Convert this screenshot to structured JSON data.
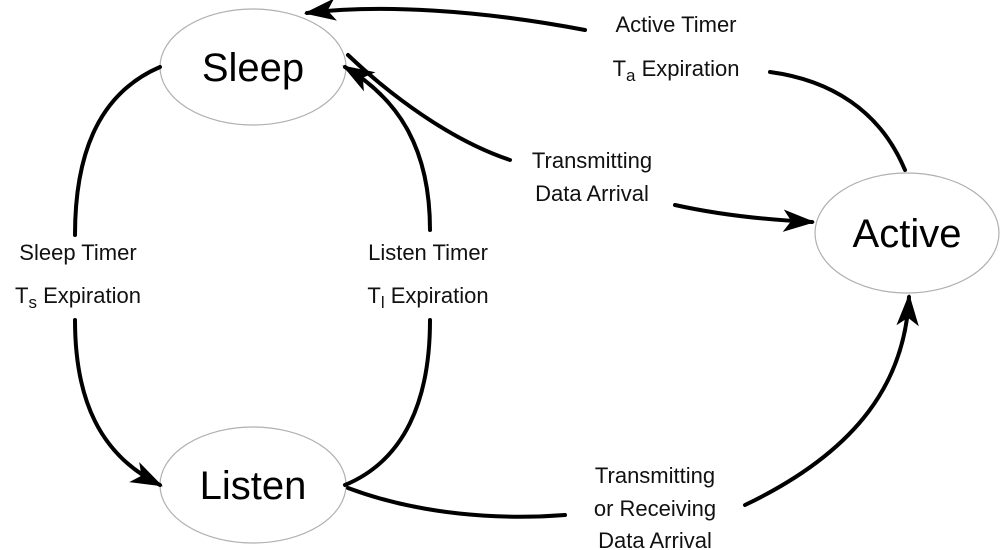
{
  "states": {
    "sleep": "Sleep",
    "listen": "Listen",
    "active": "Active"
  },
  "transitions": {
    "active_to_sleep": {
      "line1": "Active Timer",
      "line2_main": "T",
      "line2_sub": "a",
      "line2_rest": " Expiration"
    },
    "sleep_to_active": {
      "line1": "Transmitting",
      "line2": "Data Arrival"
    },
    "sleep_to_listen": {
      "line1": "Sleep Timer",
      "line2_main": "T",
      "line2_sub": "s",
      "line2_rest": " Expiration"
    },
    "listen_to_sleep": {
      "line1": "Listen Timer",
      "line2_main": "T",
      "line2_sub": "l",
      "line2_rest": " Expiration"
    },
    "listen_to_active": {
      "line1": "Transmitting",
      "line2": "or Receiving",
      "line3": "Data Arrival"
    }
  }
}
